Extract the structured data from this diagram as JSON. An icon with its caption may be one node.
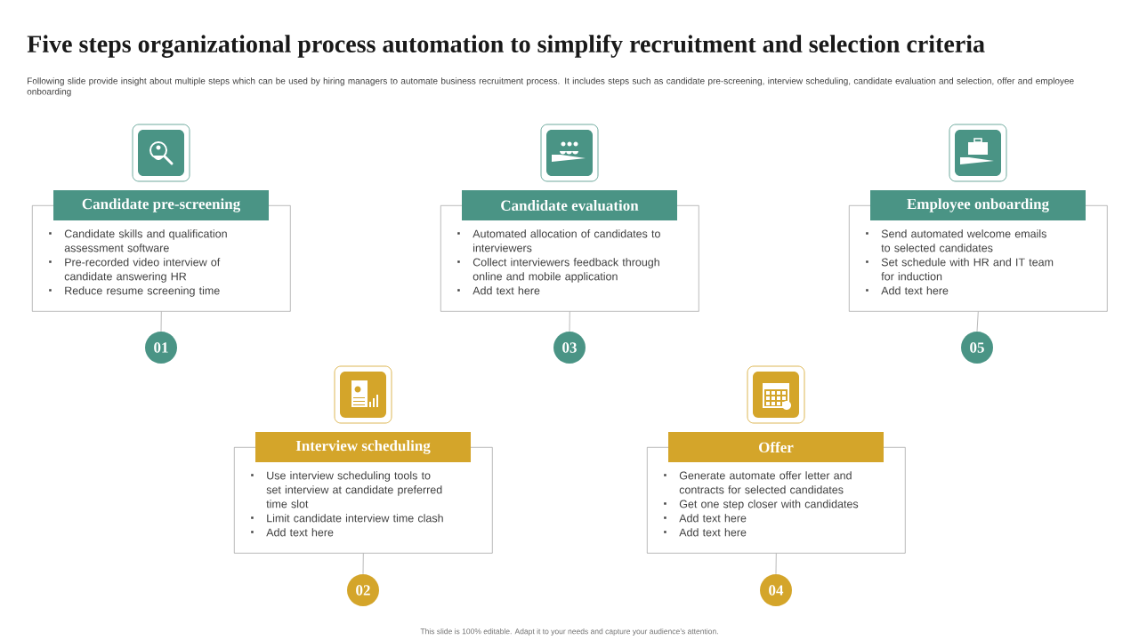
{
  "diagram": {
    "title": "Five steps organizational process automation to simplify recruitment and selection criteria",
    "nodes": [
      {
        "text": [
          "Candidate pre-screening",
          "Candidate skills and qualification assessment software",
          "Pre-recorded video interview of candidate answering HR",
          "Reduce resume screening time"
        ]
      },
      {
        "text": [
          "01"
        ]
      },
      {
        "text": [
          "Candidate evaluation",
          "Automated allocation of candidates to interviewers",
          "Collect interviewers feedback through online and mobile application",
          "Add text here"
        ]
      },
      {
        "text": [
          "03"
        ]
      },
      {
        "text": [
          "Employee onboarding",
          "Send automated welcome emails to selected candidates",
          "Set schedule with HR and IT team for induction",
          "Add text here"
        ]
      },
      {
        "text": [
          "05"
        ]
      },
      {
        "text": [
          "Interview scheduling",
          "Use interview scheduling tools to set interview at candidate preferred time slot",
          "Limit candidate interview time clash",
          "Add text here"
        ]
      },
      {
        "text": [
          "02"
        ]
      },
      {
        "text": [
          "Offer",
          "Generate automate offer letter and contracts for selected candidates",
          "Get one step closer with candidates",
          "Add text here",
          "Add text here"
        ]
      },
      {
        "text": [
          "04"
        ]
      }
    ],
    "edges": [
      {
        "from": 0,
        "to": 1,
        "arrow": "none"
      },
      {
        "from": 2,
        "to": 3,
        "arrow": "none"
      },
      {
        "from": 4,
        "to": 5,
        "arrow": "none"
      },
      {
        "from": 6,
        "to": 7,
        "arrow": "none"
      },
      {
        "from": 8,
        "to": 9,
        "arrow": "none"
      }
    ],
    "labels": [
      "Following slide provide insight about multiple steps which can be used by hiring managers to automate business recruitment process. It includes steps such as candidate pre-screening, interview scheduling, candidate evaluation and selection, offer and employee onboarding",
      "This slide is 100% editable. Adapt it to your needs and capture your audience’s attention."
    ]
  }
}
